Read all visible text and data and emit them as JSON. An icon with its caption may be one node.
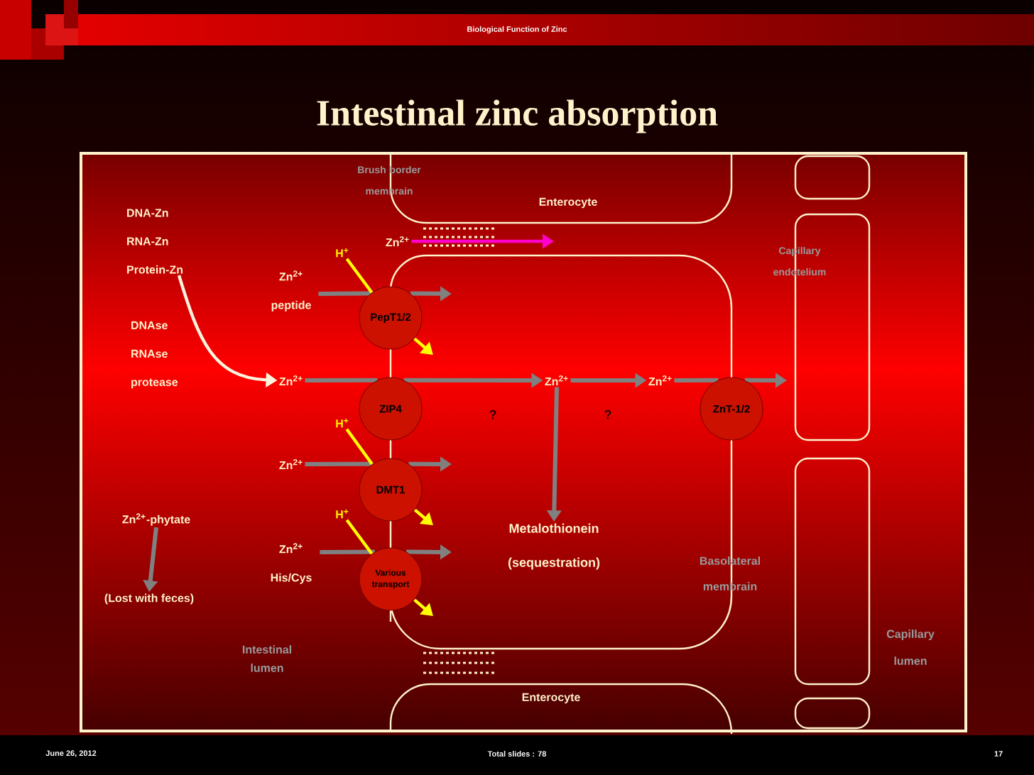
{
  "diagram": {
    "title": "Intestinal zinc absorption",
    "nodes": [
      {
        "text": [
          "DNA-Zn RNA-Zn Protein-Zn"
        ]
      },
      {
        "text": [
          "Zn$^{2+}$ peptide"
        ]
      },
      {
        "text": [
          "PepT1/2"
        ]
      },
      {
        "text": [
          "Zn$^{2+}$"
        ]
      },
      {
        "text": [
          "ZIP4"
        ]
      },
      {
        "text": [
          "Zn$^{2+}$"
        ]
      },
      {
        "text": [
          "DMT1"
        ]
      },
      {
        "text": [
          "Zn$^{2+}$ His/Cys"
        ]
      },
      {
        "text": [
          "Various transport"
        ]
      },
      {
        "text": [
          "Zn$^{2+}$"
        ]
      },
      {
        "text": [
          "Zn$^{2+}$"
        ]
      },
      {
        "text": [
          "ZnT-1/2"
        ]
      },
      {
        "text": [
          "Metalothionein (sequestration)"
        ]
      },
      {
        "text": [
          "Zn$^{2+}$-phytate"
        ]
      },
      {
        "text": [
          "(Lost with feces)"
        ]
      },
      {
        "text": [
          "Zn$^{2+}$"
        ]
      },
      {
        "text": [
          "H$^{+}$"
        ]
      },
      {
        "text": [
          "H$^{+}$"
        ]
      },
      {
        "text": [
          "H$^{+}$"
        ]
      }
    ],
    "edges": [
      {
        "from": 0,
        "to": 3,
        "arrow": "to",
        "label": "DNAse RNAse protease",
        "color": "#fff3dd"
      },
      {
        "from": 1,
        "to": 2,
        "arrow": "none"
      },
      {
        "from": 2,
        "to": null,
        "arrow": "to"
      },
      {
        "from": 3,
        "to": 4,
        "arrow": "none"
      },
      {
        "from": 4,
        "to": 9,
        "arrow": "to",
        "label": "?"
      },
      {
        "from": 5,
        "to": 6,
        "arrow": "none"
      },
      {
        "from": 6,
        "to": null,
        "arrow": "to"
      },
      {
        "from": 7,
        "to": 8,
        "arrow": "none"
      },
      {
        "from": 8,
        "to": null,
        "arrow": "to"
      },
      {
        "from": 9,
        "to": 10,
        "arrow": "to",
        "label": "?"
      },
      {
        "from": 10,
        "to": 11,
        "arrow": "none"
      },
      {
        "from": 11,
        "to": null,
        "arrow": "to"
      },
      {
        "from": 9,
        "to": 12,
        "arrow": "to"
      },
      {
        "from": 13,
        "to": 14,
        "arrow": "to"
      },
      {
        "from": 15,
        "to": null,
        "arrow": "to",
        "color": "#ff00cc"
      },
      {
        "from": 16,
        "to": 2,
        "arrow": "none",
        "color": "#ffff00"
      },
      {
        "from": 2,
        "to": null,
        "arrow": "to",
        "color": "#ffff00"
      },
      {
        "from": 17,
        "to": 6,
        "arrow": "none",
        "color": "#ffff00"
      },
      {
        "from": 6,
        "to": null,
        "arrow": "to",
        "color": "#ffff00"
      },
      {
        "from": 18,
        "to": 8,
        "arrow": "none",
        "color": "#ffff00"
      },
      {
        "from": 8,
        "to": null,
        "arrow": "to",
        "color": "#ffff00"
      }
    ],
    "labels": [
      "Biological Function of Zinc",
      "Brush border membrain",
      "Enterocyte",
      "Capillary endotelium",
      "Basolateral membrain",
      "Intestinal lumen",
      "Capillary lumen",
      "Enterocyte",
      "June 26, 2012",
      "Total slides : 78",
      "17"
    ]
  }
}
